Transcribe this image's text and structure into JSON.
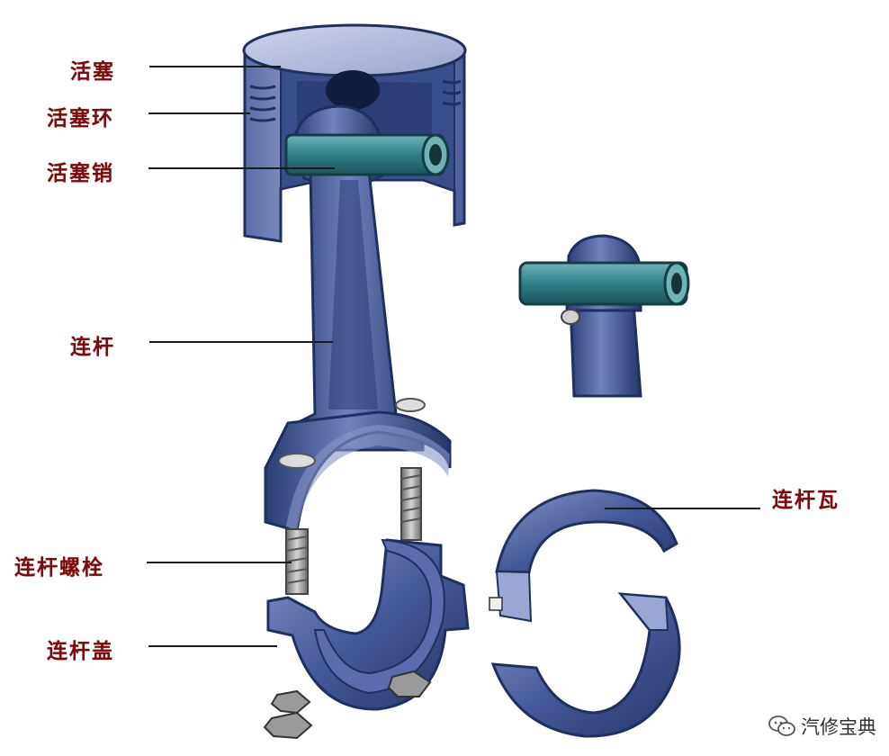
{
  "labels": {
    "piston": "活塞",
    "piston_ring": "活塞环",
    "piston_pin": "活塞销",
    "connecting_rod": "连杆",
    "rod_bolt": "连杆螺栓",
    "rod_cap": "连杆盖",
    "rod_bearing": "连杆瓦"
  },
  "watermark": {
    "text": "汽修宝典",
    "icon": "wechat-icon"
  },
  "colors": {
    "label_text": "#7a0c0c",
    "leader_line": "#1a1a1a",
    "part_blue": "#3d5a9a",
    "part_dark": "#1f2f5e",
    "part_light": "#aeb8d8",
    "pin_teal": "#2e7f86"
  }
}
